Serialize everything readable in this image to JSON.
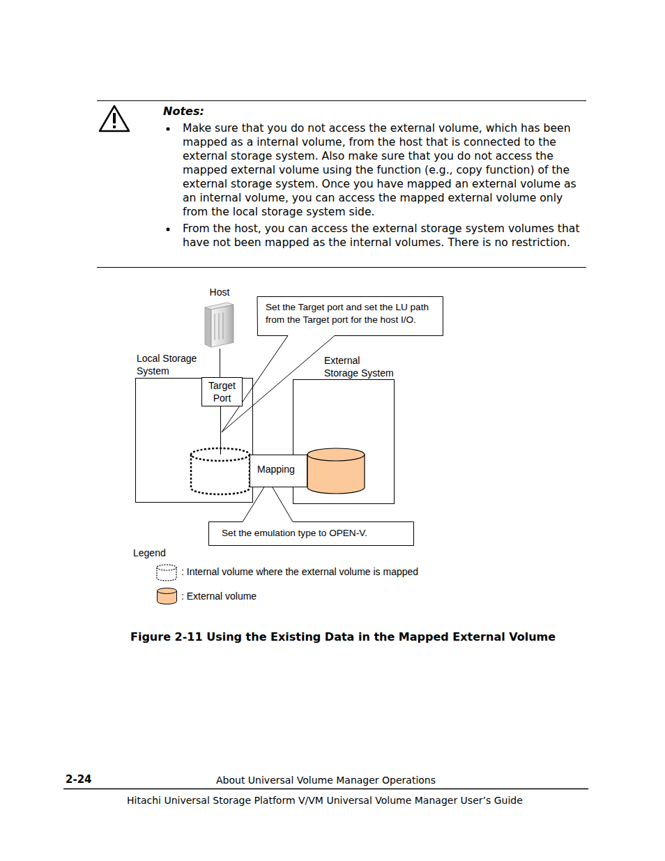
{
  "diagram": {
    "caption": "Figure 2-11 Using the Existing Data in the Mapped External Volume",
    "nodes": [
      {
        "text": [
          "Host"
        ]
      },
      {
        "text": [
          "Set the Target port and set the LU path from the Target port for the host I/O."
        ]
      },
      {
        "text": [
          "Local Storage System"
        ]
      },
      {
        "text": [
          "Target Port"
        ],
        "in": 2
      },
      {
        "text": [
          "External Storage System"
        ]
      },
      {
        "text": [
          "Mapping"
        ]
      },
      {
        "text": [
          "Set the emulation type to OPEN-V."
        ]
      }
    ],
    "edges": [
      {
        "from": 0,
        "to": 3,
        "arrow": "none"
      }
    ],
    "labels": [
      "Notes:",
      "Make sure that you do not access the external volume, which has been mapped as a internal volume, from the host that is connected to the external storage system. Also make sure that you do not access the mapped external volume using the function (e.g., copy function) of the external storage system. Once you have mapped an external volume as an internal volume, you can access the mapped external volume only from the local storage system side.",
      "From the host, you can access the external storage system volumes that have not been mapped as the internal volumes. There is no restriction.",
      "2-24",
      "About Universal Volume Manager Operations",
      "Hitachi Universal Storage Platform V/VM Universal Volume Manager User’s Guide",
      "Legend"
    ],
    "legend": [
      {
        "text": ": Internal volume where the external volume is mapped"
      },
      {
        "text": ": External volume",
        "color": "#fcc99b"
      }
    ]
  }
}
